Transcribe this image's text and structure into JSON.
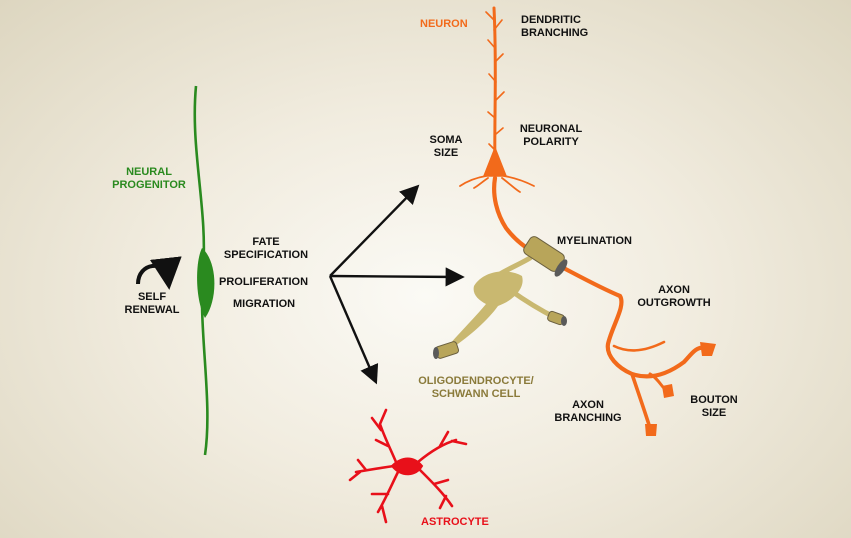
{
  "labels": {
    "neuron": "NEURON",
    "dendritic_branching": [
      "DENDRITIC",
      "BRANCHING"
    ],
    "soma_size": [
      "SOMA",
      "SIZE"
    ],
    "neuronal_polarity": [
      "NEURONAL",
      "POLARITY"
    ],
    "neural_progenitor": [
      "NEURAL",
      "PROGENITOR"
    ],
    "self_renewal": [
      "SELF",
      "RENEWAL"
    ],
    "fate_specification": [
      "FATE",
      "SPECIFICATION"
    ],
    "proliferation": "PROLIFERATION",
    "migration": "MIGRATION",
    "myelination": "MYELINATION",
    "axon_outgrowth": [
      "AXON",
      "OUTGROWTH"
    ],
    "oligodendrocyte": [
      "OLIGODENDROCYTE/",
      "SCHWANN CELL"
    ],
    "axon_branching": [
      "AXON",
      "BRANCHING"
    ],
    "bouton_size": [
      "BOUTON",
      "SIZE"
    ],
    "astrocyte": "ASTROCYTE"
  },
  "colors": {
    "neuron": "#f26a1b",
    "progenitor": "#2a8a1f",
    "astrocyte": "#e8101a",
    "oligodendrocyte": "#c9b870",
    "myelin": "#b8a55a",
    "arrow": "#111111"
  }
}
